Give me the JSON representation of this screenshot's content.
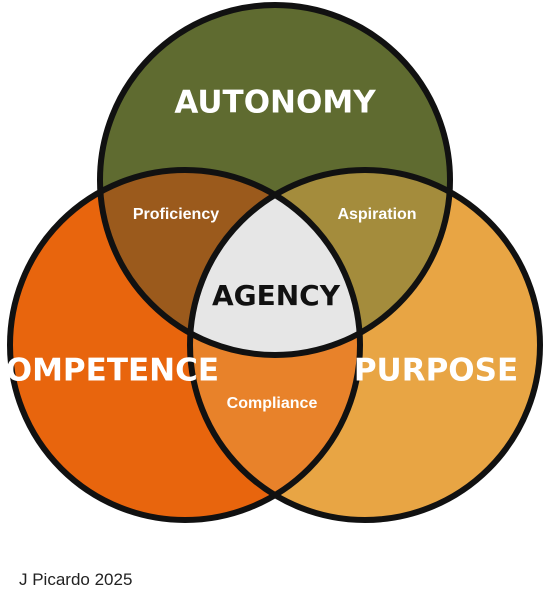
{
  "diagram": {
    "circles": [
      {
        "id": "autonomy",
        "label": "AUTONOMY",
        "color": "#5f6b30"
      },
      {
        "id": "competence",
        "label": "COMPETENCE",
        "color": "#e8650d"
      },
      {
        "id": "purpose",
        "label": "PURPOSE",
        "color": "#e8a544"
      }
    ],
    "overlaps": {
      "autonomy_competence": {
        "label": "Proficiency",
        "color": "#9b5a1c"
      },
      "autonomy_purpose": {
        "label": "Aspiration",
        "color": "#a48c3c"
      },
      "competence_purpose": {
        "label": "Compliance",
        "color": "#e8822a"
      },
      "center": {
        "label": "AGENCY",
        "color": "#e6e6e6"
      }
    },
    "outline_color": "#111111"
  },
  "credit": "J Picardo 2025"
}
